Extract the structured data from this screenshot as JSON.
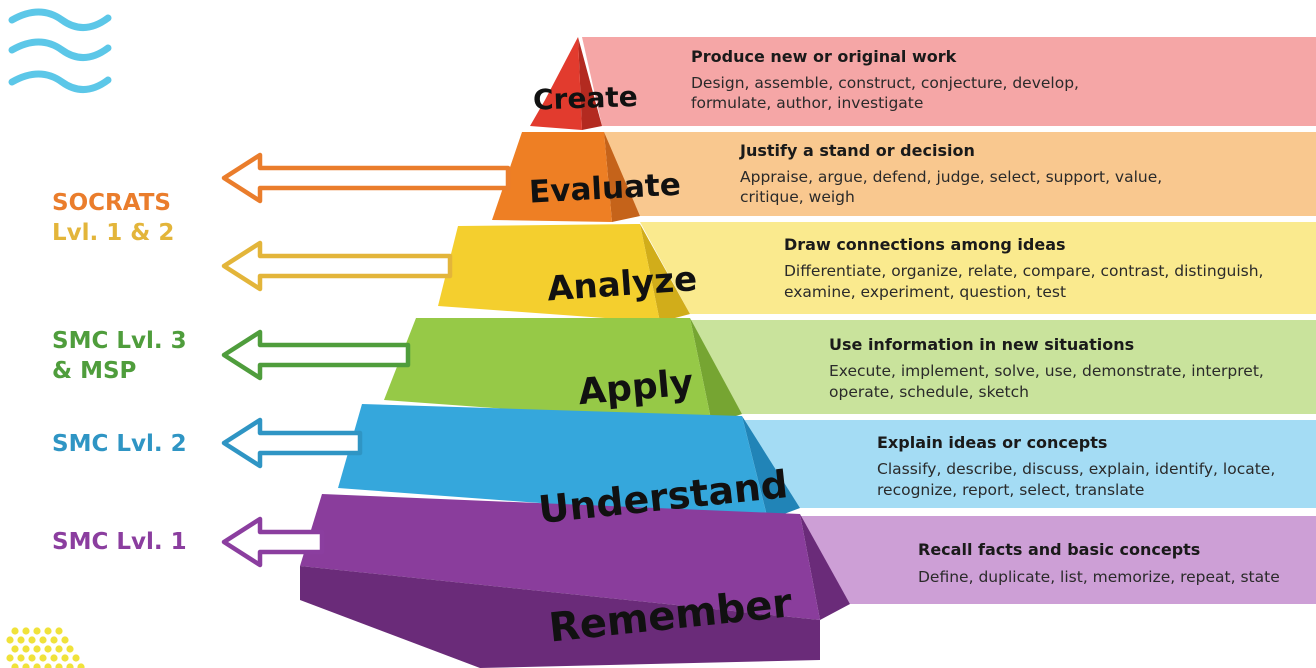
{
  "levels": [
    {
      "name": "Create",
      "heading": "Produce new or original work",
      "desc1": "Design, assemble, construct, conjecture, develop,",
      "desc2": "formulate, author, investigate",
      "front": "#e23b2e",
      "side": "#b32a20",
      "band": "#f5a6a6"
    },
    {
      "name": "Evaluate",
      "heading": "Justify a stand or decision",
      "desc1": "Appraise, argue, defend, judge, select, support,  value,",
      "desc2": "critique,  weigh",
      "front": "#ee7f24",
      "side": "#c5631a",
      "band": "#f9c88f"
    },
    {
      "name": "Analyze",
      "heading": "Draw connections among ideas",
      "desc1": "Differentiate, organize, relate, compare, contrast, distinguish,",
      "desc2": "examine, experiment, question, test",
      "front": "#f4cf2e",
      "side": "#d1ad1a",
      "band": "#faea8e"
    },
    {
      "name": "Apply",
      "heading": "Use information in new situations",
      "desc1": "Execute, implement, solve, use, demonstrate, interpret,",
      "desc2": "operate, schedule, sketch",
      "front": "#96c947",
      "side": "#76a532",
      "band": "#c9e39c"
    },
    {
      "name": "Understand",
      "heading": "Explain ideas or concepts",
      "desc1": "Classify, describe, discuss, explain, identify, locate,",
      "desc2": "recognize, report, select, translate",
      "front": "#35a7dc",
      "side": "#2184b7",
      "band": "#a4dcf4"
    },
    {
      "name": "Remember",
      "heading": "Recall facts and basic concepts",
      "desc1": "Define, duplicate, list, memorize, repeat, state",
      "desc2": "",
      "front": "#8a3d9c",
      "side": "#6a2b79",
      "band": "#cd9fd6"
    }
  ],
  "side_labels": [
    {
      "line1": "SOCRATS",
      "line2": "Lvl. 1 & 2",
      "color1": "#ea7d2c",
      "color2": "#e3b53a"
    },
    {
      "line1": "SMC Lvl. 3",
      "line2": "& MSP",
      "color1": "#4f9d3c",
      "color2": "#4f9d3c"
    },
    {
      "line1": "SMC Lvl. 2",
      "line2": "",
      "color1": "#2f95c4",
      "color2": "#2f95c4"
    },
    {
      "line1": "SMC Lvl. 1",
      "line2": "",
      "color1": "#8b3e9f",
      "color2": "#8b3e9f"
    }
  ],
  "arrow_colors": [
    "#ea7d2c",
    "#e3b53a",
    "#4f9d3c",
    "#2f95c4",
    "#8b3e9f"
  ],
  "decor": {
    "waves_color": "#5cc7e8",
    "dots_color": "#f0e23a"
  }
}
